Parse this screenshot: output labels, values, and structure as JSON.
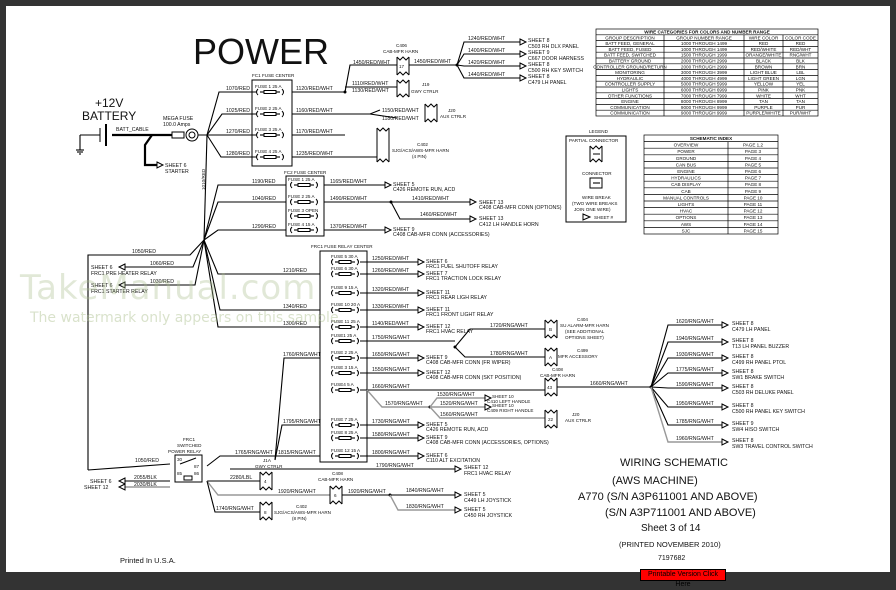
{
  "title": "POWER",
  "battery": {
    "label1": "+12V",
    "label2": "BATTERY",
    "cable": "BATT_CABLE",
    "megafuse1": "MEGA FUSE",
    "megafuse2": "100.0 Amps",
    "starter1": "SHEET 6",
    "starter2": "STARTER",
    "vertical_wire": "1010/RED"
  },
  "fc1": {
    "title": "FC1 FUSE CENTER",
    "fuses": [
      {
        "label": "FUSE 1  25 A",
        "in": "1070/RED",
        "out": "1120/RED/WHT"
      },
      {
        "label": "FUSE 2  25 A",
        "in": "1025/RED",
        "out": "1160/RED/WHT"
      },
      {
        "label": "FUSE 3  25 A",
        "in": "1270/RED",
        "out": "1170/RED/WHT"
      },
      {
        "label": "FUSE 4  25 A",
        "in": "1280/RED",
        "out": "1235/RED/WHT"
      }
    ]
  },
  "top_right": {
    "c406_1": "C406",
    "c406_2": "CAB-MFR HARN",
    "w1450a": "1450/RED/WHT",
    "pin17": "17",
    "w1450b": "1450/RED/WHT",
    "w1110": "1110/RED/WHT",
    "w1130": "1130/RED/WHT",
    "j19a": "J19",
    "j19b": "GWY CTRLR",
    "w1150": "1150/RED/WHT",
    "w1180": "1180/RED/WHT",
    "j20a": "J20",
    "j20b": "AUX CTRLR",
    "c402a": "C402",
    "c402b": "SJG/ACS/AWS-MFR HARN",
    "c402c": "(4 PIN)",
    "branches": [
      {
        "wire": "1240/RED/WHT",
        "sheet": "SHEET 8",
        "dest": "C503 RH DLX PANEL"
      },
      {
        "wire": "1400/RED/WHT",
        "sheet": "SHEET 9",
        "dest": "C667 DOOR HARNESS"
      },
      {
        "wire": "1420/RED/WHT",
        "sheet": "SHEET 8",
        "dest": "C500 RH KEY SWITCH"
      },
      {
        "wire": "1440/RED/WHT",
        "sheet": "SHEET 8",
        "dest": "C479 LH PANEL"
      }
    ]
  },
  "fc2": {
    "title": "FC2 FUSE CENTER",
    "fuses": [
      {
        "label": "FUSE 1  25 A",
        "in": "1190/RED",
        "out": "1165/RED/WHT",
        "sheet": "SHEET 5",
        "dest": "C426 REMOTE RUN, ACD"
      },
      {
        "label": "FUSE 2  25 A",
        "in": "1040/RED",
        "out": "1490/RED/WHT"
      },
      {
        "label": "FUSE 3  OPEN"
      },
      {
        "label": "FUSE 4  15 A",
        "in": "1290/RED",
        "out": "1370/RED/WHT",
        "sheet": "SHEET 9",
        "dest": "C408 CAB-MFR CONN (ACCESSORIES)"
      }
    ],
    "b1410": {
      "wire": "1410/RED/WHT",
      "sheet": "SHEET 13",
      "dest": "C408 CAB-MFR CONN (OPTIONS)"
    },
    "b1460": {
      "wire": "1460/RED/WHT",
      "sheet": "SHEET 13",
      "dest": "C412 LH HANDLE HORN"
    }
  },
  "left": {
    "w1050": "1050/RED",
    "w1060": "1060/RED",
    "preheat1": "SHEET 6",
    "preheat2": "FRC1 PRE HEATER RELAY",
    "w1030": "1030/RED",
    "starter1": "SHEET 6",
    "starter2": "FRC1 STARTER RELAY",
    "w1210": "1210/RED",
    "w1340": "1340/RED",
    "w1300": "1300/RED",
    "w1760": "1760/RNG/WHT",
    "w1795": "1795/RNG/WHT"
  },
  "frc1": {
    "title": "FRC1 FUSE RELAY CENTER",
    "rows": [
      {
        "label": "FUSE 5  30 A",
        "out": "1250/RED/WHT",
        "sheet": "SHEET 6",
        "dest": "FRC1 FUEL SHUTOFF RELAY"
      },
      {
        "label": "FUSE 6  30 A",
        "out": "1260/RED/WHT",
        "sheet": "SHEET 7",
        "dest": "FRC1 TRACTION LOCK RELAY"
      },
      {
        "label": "FUSE 9  15 A",
        "out": "1320/RED/WHT",
        "sheet": "SHEET 11",
        "dest": "FRC1 REAR LIGH RELAY"
      },
      {
        "label": "FUSE 10  20 A",
        "out": "1330/RED/WHT",
        "sheet": "SHEET 11",
        "dest": "FRC1 FRONT LIGHT RELAY"
      },
      {
        "label": "FUSE 11  25 A",
        "out": "1140/RED/WHT",
        "sheet": "SHEET 12",
        "dest": "FRC1 HVAC RELAY"
      },
      {
        "label": "FUSE1  25 A",
        "out": "1750/RNG/WHT"
      },
      {
        "label": "FUSE 2  25 A",
        "out": "1650/RNG/WHT",
        "sheet": "SHEET 9",
        "dest": "C408 CAB-MFR CONN (FR WIPER)"
      },
      {
        "label": "FUSE 3  15 A",
        "out": "1550/RNG/WHT",
        "sheet": "SHEET 12",
        "dest": "C408 CAB-MFR CONN (SKT POSITION)"
      },
      {
        "label": "FUSE4  5 A",
        "out": "1660/RNG/WHT"
      },
      {
        "label": "FUSE 7  25 A",
        "out": "1730/RNG/WHT",
        "sheet": "SHEET 5",
        "dest": "C426 REMOTE RUN, ACD"
      },
      {
        "label": "FUSE 8  25 A",
        "out": "1580/RNG/WHT",
        "sheet": "SHEET 9",
        "dest": "C408 CAB-MFR CONN (ACCESSORIES, OPTIONS)"
      },
      {
        "label": "FUSE 12  15 A",
        "out": "1800/RNG/WHT",
        "sheet": "SHEET 6",
        "dest": "C110 ALT EXCITATION"
      }
    ],
    "w1720": "1720/RNG/WHT",
    "c404a": "C404",
    "c404b": "SU ALARM-MFR HARN",
    "c404c": "(SEE ADDITIONAL",
    "c404d": "OPTIONS SHEET)",
    "pinB": "B",
    "w1780": "1780/RNG/WHT",
    "c499a": "C499",
    "c499b": "MFR ACCESSORY",
    "pinA": "A",
    "c408a": "C408",
    "c408b": "CAB-MFR HARN",
    "pin43": "43",
    "w1660b": "1660/RNG/WHT",
    "w1570": "1570/RNG/WHT",
    "w1530": "1530/RNG/WHT",
    "lh_sheet": "SHEET 10",
    "lh_dest": "C410 LEFT HANDLE",
    "w1520": "1520/RNG/WHT",
    "rh_sheet": "SHEET 10",
    "rh_dest": "C409 RIGHT HANDLE",
    "w1560": "1560/RNG/WHT",
    "j20a": "J20",
    "j20b": "AUX CTRLR",
    "pin22": "22",
    "w1790": "1790/RNG/WHT",
    "hvac_sheet": "SHEET 12",
    "hvac_dest": "FRC1 HVAC RELAY"
  },
  "relay": {
    "t1": "FRC1",
    "t2": "SWITCHED",
    "t3": "POWER RELAY",
    "p30": "30",
    "p87": "87",
    "p85": "85",
    "p86": "86",
    "w1050": "1050/RED",
    "s6": "SHEET 6",
    "s12": "SHEET 12",
    "w2055": "2055/BLK",
    "w2030": "2030/BLK",
    "w1765": "1765/RNG/WHT",
    "w1815": "1815/RNG/WHT",
    "j1a": "J1A",
    "j1b": "GWY CTRLR",
    "pin4": "4",
    "w2280": "2280/LBL",
    "c408a": "C408",
    "c408b": "CAB-MFR HARN",
    "pin6": "6",
    "w1920a": "1920/RNG/WHT",
    "w1920b": "1920/RNG/WHT",
    "w1740": "1740/RNG/WHT",
    "c402a": "C402",
    "c402b": "SJG/ACS/AWS-MFR HARN",
    "c402c": "(8 PIN)",
    "pin8": "8",
    "w1840": "1840/RNG/WHT",
    "lj_sheet": "SHEET 5",
    "lj_dest": "C449 LH JOYSTICK",
    "w1830": "1830/RNG/WHT",
    "rj_sheet": "SHEET 5",
    "rj_dest": "C450 RH JOYSTICK"
  },
  "right_fan": [
    {
      "wire": "1620/RNG/WHT",
      "sheet": "SHEET 8",
      "dest": "C479 LH PANEL"
    },
    {
      "wire": "1940/RNG/WHT",
      "sheet": "SHEET 8",
      "dest": "T13 LH PANEL BUZZER"
    },
    {
      "wire": "1930/RNG/WHT",
      "sheet": "SHEET 8",
      "dest": "C499 RH PANEL PTOL"
    },
    {
      "wire": "1775/RNG/WHT",
      "sheet": "SHEET 8",
      "dest": "SW1 BRAKE SWITCH"
    },
    {
      "wire": "1590/RNG/WHT",
      "sheet": "SHEET 8",
      "dest": "C503 RH DELUKE PANEL"
    },
    {
      "wire": "1950/RNG/WHT",
      "sheet": "SHEET 8",
      "dest": "C500 RH PANEL KEY SWITCH"
    },
    {
      "wire": "1785/RNG/WHT",
      "sheet": "SHEET 9",
      "dest": "SW4 HISO SWITCH"
    },
    {
      "wire": "1960/RNG/WHT",
      "sheet": "SHEET 8",
      "dest": "SW3 TRAVEL CONTROL SWITCH"
    }
  ],
  "wire_table": {
    "title": "WIRE CATEGORIES FOR COLORS AND NUMBER RANGE",
    "headers": [
      "GROUP DESCRIPTION",
      "GROUP NUMBER RANGE",
      "WIRE COLOR",
      "COLOR CODE"
    ],
    "rows": [
      [
        "BATT FEED, GENERAL",
        "1000 THROUGH 1499",
        "RED",
        "RED"
      ],
      [
        "BATT FEED, FUSED",
        "1000 THROUGH 1499",
        "RED/WHITE",
        "RED/WHT"
      ],
      [
        "BATT FEED, SWITCHED",
        "1500 THROUGH 1999",
        "ORANGE/WHITE",
        "RNG/WHT"
      ],
      [
        "BATTERY GROUND",
        "2000 THROUGH 2999",
        "BLACK",
        "BLK"
      ],
      [
        "CONTROLLER GROUND/RETURN",
        "2000 THROUGH 2999",
        "BROWN",
        "BRN"
      ],
      [
        "MONITORING",
        "3000 THROUGH 3999",
        "LIGHT BLUE",
        "LBL"
      ],
      [
        "HYDRAULIC",
        "4000 THROUGH 4999",
        "LIGHT GREEN",
        "LGN"
      ],
      [
        "CONTROLLER SUPPLY",
        "5000 THROUGH 5999",
        "YELLOW",
        "YEL"
      ],
      [
        "LIGHTS",
        "6000 THROUGH 6999",
        "PINK",
        "PNK"
      ],
      [
        "OTHER FUNCTIONS",
        "7000 THROUGH 7999",
        "WHITE",
        "WHT"
      ],
      [
        "ENGINE",
        "8000 THROUGH 8999",
        "TAN",
        "TAN"
      ],
      [
        "COMMUNICATION",
        "9000 THROUGH 9999",
        "PURPLE",
        "PUR"
      ],
      [
        "COMMUNICATION",
        "9000 THROUGH 9999",
        "PURPLE/WHITE",
        "PUR/WHT"
      ]
    ]
  },
  "index_table": {
    "title": "SCHEMATIC INDEX",
    "rows": [
      [
        "OVERVIEW",
        "PAGE 1,2"
      ],
      [
        "POWER",
        "PAGE 3"
      ],
      [
        "GROUND",
        "PAGE 4"
      ],
      [
        "CAN BUS",
        "PAGE 5"
      ],
      [
        "ENGINE",
        "PAGE 6"
      ],
      [
        "HYDRAULICS",
        "PAGE 7"
      ],
      [
        "CAB DISPLAY",
        "PAGE 8"
      ],
      [
        "CAB",
        "PAGE 9"
      ],
      [
        "MANUAL CONTROLS",
        "PAGE 10"
      ],
      [
        "LIGHTS",
        "PAGE 11"
      ],
      [
        "HVAC",
        "PAGE 12"
      ],
      [
        "OPTIONS",
        "PAGE 13"
      ],
      [
        "AWS",
        "PAGE 14"
      ],
      [
        "SJC",
        "PAGE 15"
      ]
    ]
  },
  "legend": {
    "title": "LEGEND",
    "partial": "PARTIAL CONNECTOR",
    "connector": "CONNECTOR",
    "break1": "WIRE BREAK",
    "break2": "(TWO WIRE BREAKS",
    "break3": "JOIN ONE WIRE)",
    "sheet": "SHEET #"
  },
  "titleblock": {
    "l1": "WIRING SCHEMATIC",
    "l2": "(AWS MACHINE)",
    "l3": "A770 (S/N A3P611001 AND ABOVE)",
    "l4": "(S/N A3P711001 AND ABOVE)",
    "l5": "Sheet 3 of 14",
    "l6": "(PRINTED NOVEMBER 2010)",
    "l7": "7197682",
    "printable": "Printable Version Click Here"
  },
  "printed": "Printed In U.S.A.",
  "watermark": {
    "main": "TakeManual.com",
    "sub": "The watermark only appears on this sample"
  }
}
